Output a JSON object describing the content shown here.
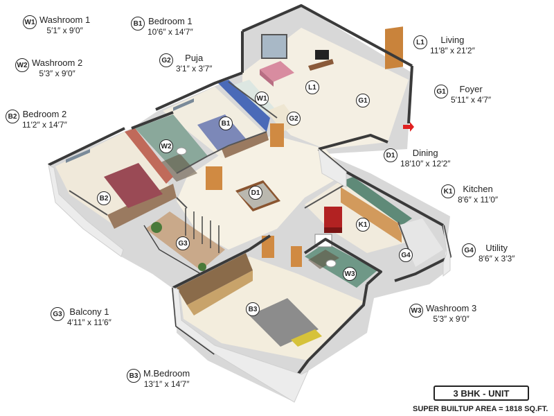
{
  "rooms": [
    {
      "code": "W1",
      "name": "Washroom 1",
      "dim": "5′1″ x 9′0″"
    },
    {
      "code": "B1",
      "name": "Bedroom 1",
      "dim": "10′6″ x 14′7″"
    },
    {
      "code": "W2",
      "name": "Washroom 2",
      "dim": "5′3″ x 9′0″"
    },
    {
      "code": "G2",
      "name": "Puja",
      "dim": "3′1″ x 3′7″"
    },
    {
      "code": "B2",
      "name": "Bedroom 2",
      "dim": "11′2″ x 14′7″"
    },
    {
      "code": "L1",
      "name": "Living",
      "dim": "11′8″ x 21′2″"
    },
    {
      "code": "G1",
      "name": "Foyer",
      "dim": "5′11″ x 4′7″"
    },
    {
      "code": "D1",
      "name": "Dining",
      "dim": "18′10″ x 12′2″"
    },
    {
      "code": "K1",
      "name": "Kitchen",
      "dim": "8′6″ x 11′0″"
    },
    {
      "code": "G4",
      "name": "Utility",
      "dim": "8′6″ x 3′3″"
    },
    {
      "code": "W3",
      "name": "Washroom 3",
      "dim": "5′3″ x 9′0″"
    },
    {
      "code": "G3",
      "name": "Balcony 1",
      "dim": "4′11″ x 11′6″"
    },
    {
      "code": "B3",
      "name": "M.Bedroom",
      "dim": "13′1″ x 14′7″"
    }
  ],
  "unit": "3 BHK - UNIT",
  "area": "SUPER BUILTUP AREA = 1818 SQ.FT.",
  "colors": {
    "floor": "#f3ecdc",
    "wall_top": "#3a3a3a",
    "wall_side": "#e9e9e9",
    "wood": "#c9833b",
    "blue_wall": "#4a6ab8",
    "red_wall": "#c06a5a",
    "bed_maroon": "#9a4a55",
    "bed_blue": "#7c88b8",
    "tile_green": "#6a8f7d",
    "fridge": "#b22222"
  },
  "icons": [
    "sofa-icon",
    "tv-icon",
    "bed-icon",
    "dining-table-icon",
    "fridge-icon",
    "toilet-icon",
    "plant-icon",
    "door-icon",
    "entry-arrow-icon"
  ]
}
